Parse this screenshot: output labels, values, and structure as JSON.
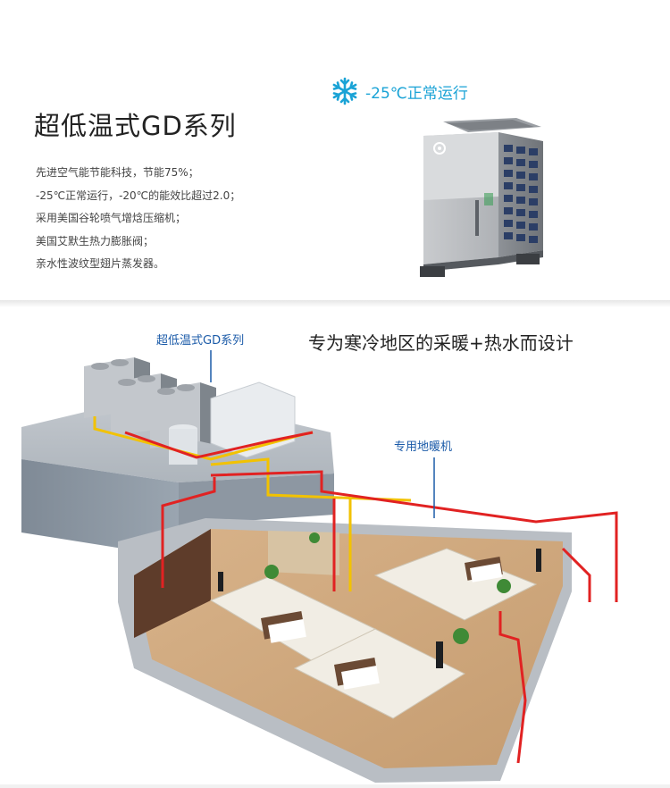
{
  "product": {
    "title": "超低温式GD系列",
    "features": [
      "先进空气能节能科技，节能75%；",
      "-25℃正常运行，-20℃的能效比超过2.0；",
      "采用美国谷轮喷气增焓压缩机；",
      "美国艾默生热力膨胀阀；",
      "亲水性波纹型翅片蒸发器。"
    ],
    "badge_text": "-25℃正常运行",
    "badge_icon": "snowflake-icon"
  },
  "diagram": {
    "headline": "专为寒冷地区的采暖+热水而设计",
    "callout_series": "超低温式GD系列",
    "callout_floor_heating": "专用地暖机"
  },
  "colors": {
    "accent_blue": "#1aa3d6",
    "callout_blue": "#1a5aa8",
    "hot_pipe": "#e12222",
    "warm_pipe": "#f2c200"
  }
}
